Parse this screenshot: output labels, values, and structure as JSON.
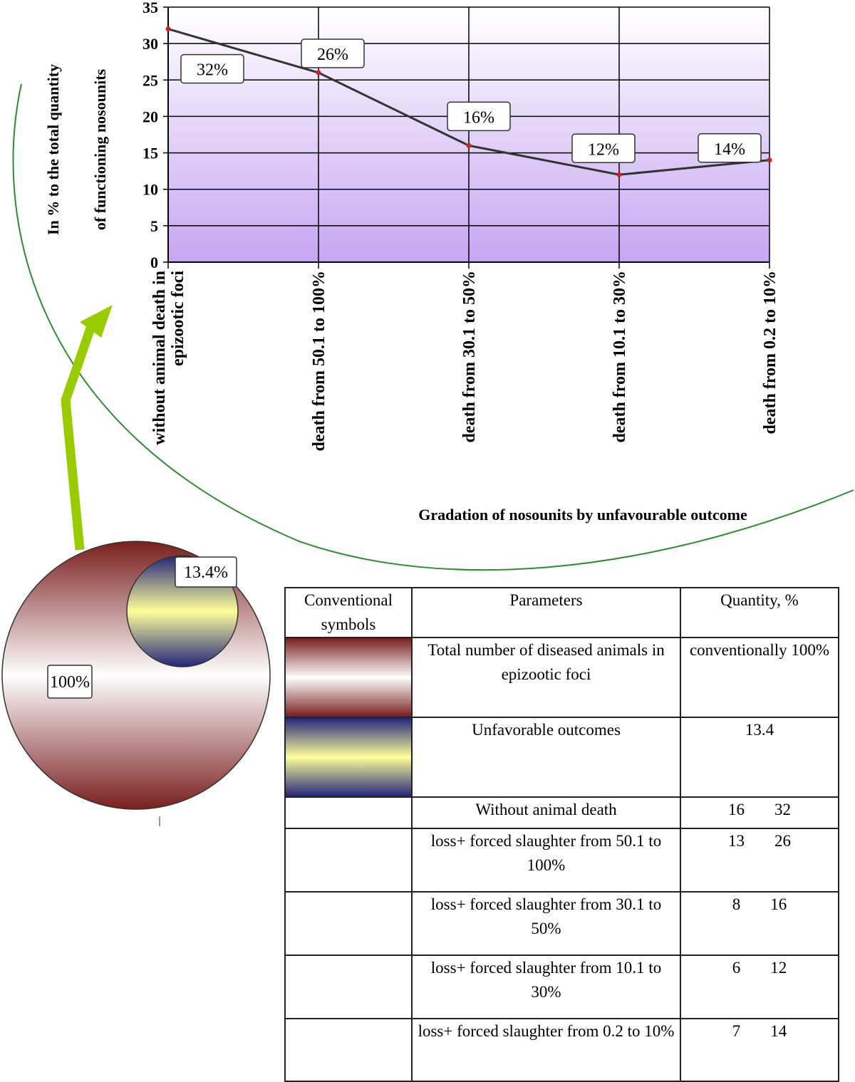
{
  "chart_data": {
    "type": "line",
    "categories": [
      [
        "without animal death in",
        "epizootic foci"
      ],
      [
        "death from 50.1 to 100%"
      ],
      [
        "death from 30.1 to 50%"
      ],
      [
        "death from 10.1 to 30%"
      ],
      [
        "death from 0.2 to 10%"
      ]
    ],
    "values": [
      32,
      26,
      16,
      12,
      14
    ],
    "data_labels": [
      "32%",
      "26%",
      "16%",
      "12%",
      "14%"
    ],
    "ylabel": [
      "In % to the total quantity",
      "of functioning nosounits"
    ],
    "xlabel": "Gradation of nosounits by unfavourable outcome",
    "ylim": [
      0,
      35
    ],
    "yticks": [
      0,
      5,
      10,
      15,
      20,
      25,
      30,
      35
    ],
    "grid": true,
    "colors": {
      "line": "#333333",
      "marker": "#cc2222",
      "plot_top": "#ffffff",
      "plot_bottom": "#c6a6f2"
    }
  },
  "circles": {
    "outer_label": "100%",
    "inner_label": "13.4%",
    "colors": {
      "outer_edge": "#7a1e1e",
      "inner_edge": "#23257a",
      "inner_mid": "#ffff9a",
      "arc": "#2e8b2e",
      "arrow": "#99cc00"
    }
  },
  "table": {
    "headers": [
      "Conventional symbols",
      "Parameters",
      "Quantity, %"
    ],
    "rows": [
      {
        "param": "Total number of diseased animals in epizootic foci",
        "qty": "conventionally 100%"
      },
      {
        "param": "Unfavorable outcomes",
        "qty": "13.4"
      },
      {
        "param": "Without animal death",
        "count": "16",
        "percent": "32"
      },
      {
        "param": "loss+ forced slaughter from 50.1 to 100%",
        "count": "13",
        "percent": "26"
      },
      {
        "param": "loss+ forced slaughter from 30.1 to 50%",
        "count": "8",
        "percent": "16"
      },
      {
        "param": "loss+ forced slaughter from 10.1 to 30%",
        "count": "6",
        "percent": "12"
      },
      {
        "param": "loss+ forced slaughter from 0.2 to 10%",
        "count": "7",
        "percent": "14"
      }
    ]
  }
}
